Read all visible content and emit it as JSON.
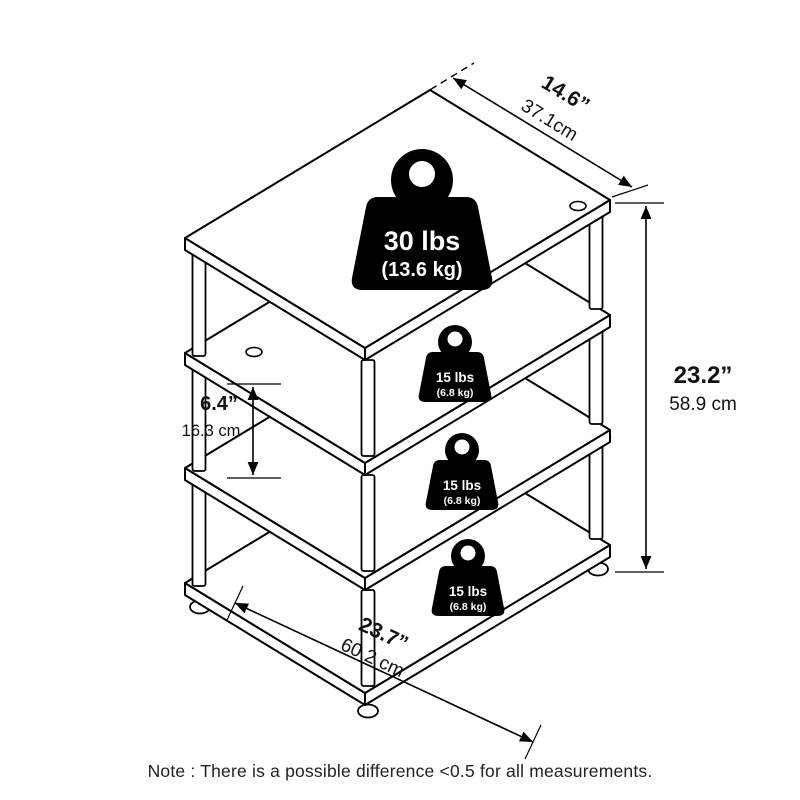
{
  "dimensions": {
    "depth": {
      "inches": "14.6”",
      "metric": "37.1cm"
    },
    "height": {
      "inches": "23.2”",
      "metric": "58.9 cm"
    },
    "shelf_spacing": {
      "inches": "6.4”",
      "metric": "16.3 cm"
    },
    "width": {
      "inches": "23.7”",
      "metric": "60.2 cm"
    }
  },
  "weight_capacities": {
    "top_shelf": {
      "pounds": "30 lbs",
      "kilograms": "(13.6 kg)"
    },
    "second_shelf": {
      "pounds": "15 lbs",
      "kilograms": "(6.8 kg)"
    },
    "third_shelf": {
      "pounds": "15 lbs",
      "kilograms": "(6.8 kg)"
    },
    "bottom_shelf": {
      "pounds": "15 lbs",
      "kilograms": "(6.8 kg)"
    }
  },
  "note": "Note : There is a possible difference <0.5 for all measurements.",
  "colors": {
    "line": "#000000",
    "weight_icon": "#000000",
    "background": "#ffffff",
    "text": "#111111"
  }
}
